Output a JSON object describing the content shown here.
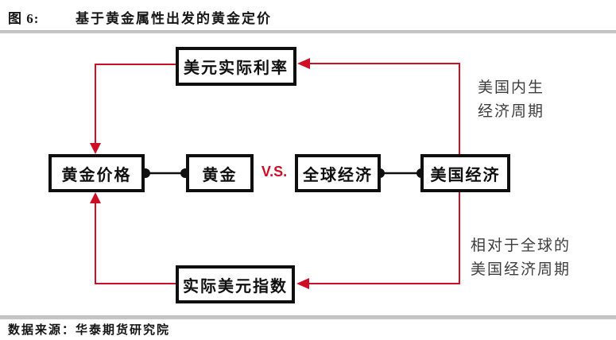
{
  "header": {
    "figure_label": "图 6:",
    "title": "基于黄金属性出发的黄金定价"
  },
  "diagram": {
    "nodes": {
      "real_rate": {
        "label": "美元实际利率"
      },
      "gold_price": {
        "label": "黄金价格"
      },
      "gold": {
        "label": "黄金"
      },
      "global_economy": {
        "label": "全球经济"
      },
      "us_economy": {
        "label": "美国经济"
      },
      "real_dollar_index": {
        "label": "实际美元指数"
      }
    },
    "vs_label": "V.S.",
    "annotations": {
      "top_right_line1": "美国内生",
      "top_right_line2": "经济周期",
      "bottom_right_line1": "相对于全球的",
      "bottom_right_line2": "美国经济周期"
    },
    "colors": {
      "arrow_red": "#cc0e26",
      "box_border": "#0f0f0f",
      "divider_gray": "#c5c5c5"
    }
  },
  "footer": {
    "source": "数据来源：华泰期货研究院"
  }
}
